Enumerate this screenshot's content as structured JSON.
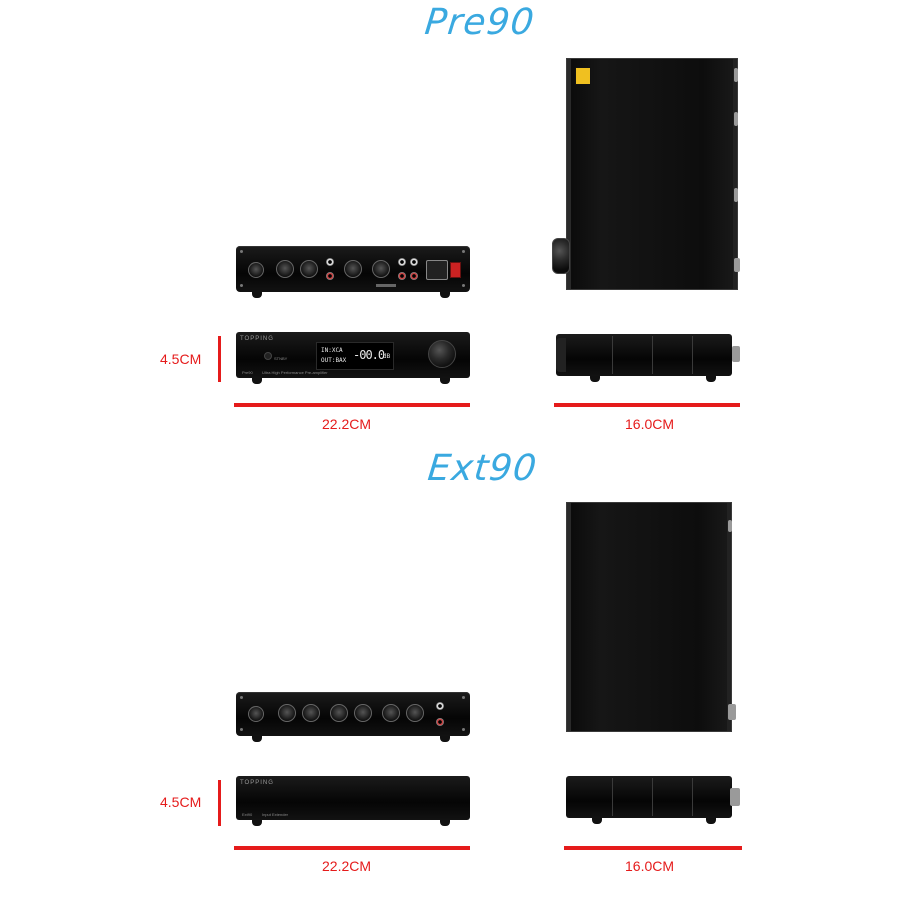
{
  "products": [
    {
      "name": "Pre90",
      "front_display": {
        "line1": "IN:XCA",
        "line2": "OUT:BAX",
        "value": "-00.0",
        "unit": "dB"
      },
      "width_label": "22.2CM",
      "depth_label": "16.0CM",
      "height_label": "4.5CM"
    },
    {
      "name": "Ext90",
      "width_label": "22.2CM",
      "depth_label": "16.0CM",
      "height_label": "4.5CM"
    }
  ],
  "colors": {
    "title": "#3aa9e0",
    "dimension": "#e51b1b",
    "device": "#0b0b0b"
  }
}
